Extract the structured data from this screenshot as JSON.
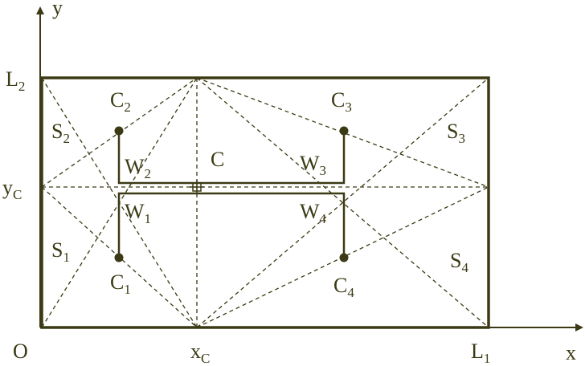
{
  "colors": {
    "ink": "#3b3a14"
  },
  "axes": {
    "x": "x",
    "y": "y",
    "origin": "O"
  },
  "ticks": {
    "L1": {
      "main": "L",
      "sub": "1"
    },
    "L2": {
      "main": "L",
      "sub": "2"
    },
    "xC": {
      "main": "x",
      "sub": "C"
    },
    "yC": {
      "main": "y",
      "sub": "C"
    }
  },
  "regions": {
    "S1": {
      "main": "S",
      "sub": "1"
    },
    "S2": {
      "main": "S",
      "sub": "2"
    },
    "S3": {
      "main": "S",
      "sub": "3"
    },
    "S4": {
      "main": "S",
      "sub": "4"
    }
  },
  "points": {
    "C": "C",
    "C1": {
      "main": "C",
      "sub": "1"
    },
    "C2": {
      "main": "C",
      "sub": "2"
    },
    "C3": {
      "main": "C",
      "sub": "3"
    },
    "C4": {
      "main": "C",
      "sub": "4"
    }
  },
  "walls": {
    "W1": {
      "main": "W",
      "sub": "1"
    },
    "W2": {
      "main": "W",
      "sub": "2"
    },
    "W3": {
      "main": "W",
      "sub": "3"
    },
    "W4": {
      "main": "W",
      "sub": "4"
    }
  }
}
